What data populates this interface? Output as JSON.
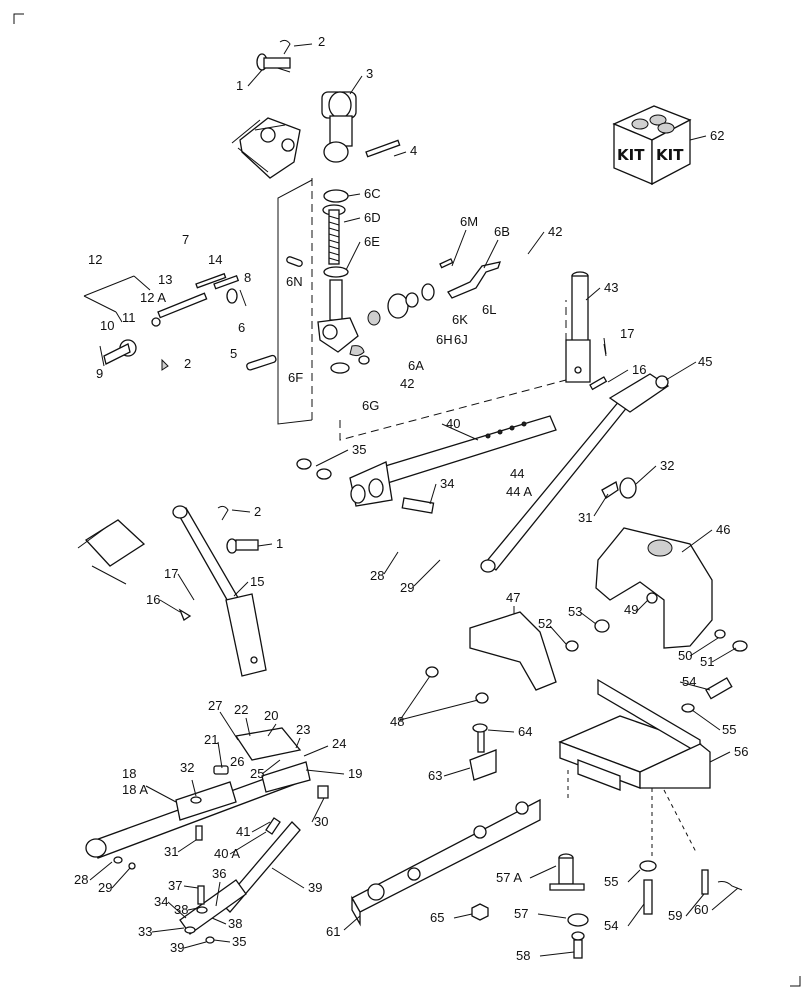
{
  "kit": {
    "box_text_left": "KIT",
    "box_text_right": "KIT"
  },
  "callouts": [
    "1",
    "2",
    "3",
    "4",
    "6C",
    "6D",
    "6E",
    "6M",
    "6B",
    "42",
    "43",
    "7",
    "14",
    "12",
    "13",
    "8",
    "12 A",
    "11",
    "10",
    "9",
    "2",
    "6N",
    "6",
    "5",
    "6F",
    "6A",
    "42",
    "6G",
    "6H",
    "6J",
    "6K",
    "6L",
    "17",
    "16",
    "45",
    "40",
    "35",
    "44",
    "44 A",
    "34",
    "32",
    "31",
    "2",
    "1",
    "17",
    "16",
    "15",
    "28",
    "29",
    "46",
    "47",
    "53",
    "52",
    "49",
    "50",
    "51",
    "48",
    "27",
    "22",
    "20",
    "21",
    "26",
    "23",
    "24",
    "25",
    "32",
    "18",
    "18 A",
    "19",
    "31",
    "41",
    "30",
    "40 A",
    "28",
    "29",
    "36",
    "39",
    "37",
    "34",
    "38",
    "33",
    "38",
    "39",
    "35",
    "54",
    "55",
    "64",
    "63",
    "56",
    "57 A",
    "55",
    "65",
    "57",
    "54",
    "59",
    "60",
    "61",
    "58",
    "62"
  ]
}
